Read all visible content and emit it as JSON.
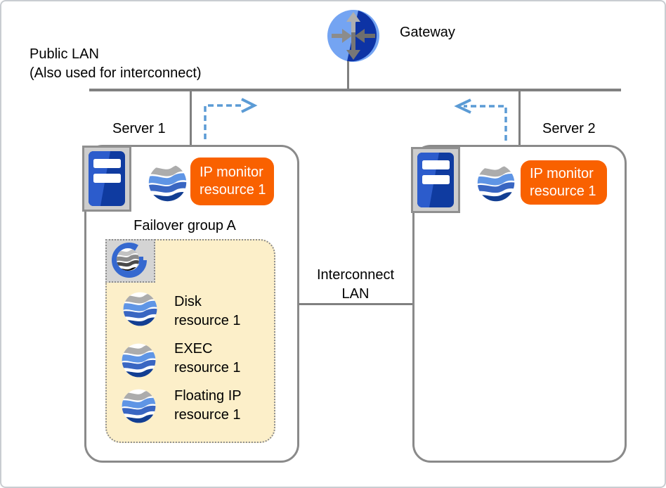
{
  "diagram": {
    "title_hint": "Failover cluster diagram",
    "gateway": {
      "label": "Gateway",
      "icon": "router-icon"
    },
    "public_lan": {
      "line1": "Public LAN",
      "line2": "(Also used for interconnect)"
    },
    "interconnect": {
      "line1": "Interconnect",
      "line2": "LAN"
    },
    "servers": [
      {
        "name": "Server 1",
        "icon": "server-tower-icon",
        "monitor": {
          "icon": "wave-globe-resource-icon",
          "line1": "IP monitor",
          "line2": "resource 1"
        },
        "failover_group": {
          "title": "Failover group A",
          "icon": "failover-group-g-icon",
          "resources": [
            {
              "icon": "wave-globe-resource-icon",
              "line1": "Disk",
              "line2": "resource 1"
            },
            {
              "icon": "wave-globe-resource-icon",
              "line1": "EXEC",
              "line2": "resource 1"
            },
            {
              "icon": "wave-globe-resource-icon",
              "line1": "Floating IP",
              "line2": "resource 1"
            }
          ]
        }
      },
      {
        "name": "Server 2",
        "icon": "server-tower-icon",
        "monitor": {
          "icon": "wave-globe-resource-icon",
          "line1": "IP monitor",
          "line2": "resource 1"
        }
      }
    ],
    "arrows": {
      "name": "dashed-monitor-direction-arrows",
      "color": "#5b9bd5"
    },
    "colors": {
      "badge_orange": "#f96100",
      "line_gray": "#808080",
      "box_border_gray": "#8a8a8a",
      "group_fill_cream": "#fcefc9",
      "icon_gray_square": "#d4d4d4",
      "wave_gray": "#acacac",
      "wave_light_blue": "#5f95e5",
      "wave_mid_blue": "#3966c2",
      "wave_dark_blue": "#123e92",
      "server_blue_dark": "#0f3ba0",
      "server_blue_light": "#2c5ccc",
      "gateway_light_blue": "#74a4f2",
      "gateway_dark_blue": "#0d33a5"
    }
  }
}
